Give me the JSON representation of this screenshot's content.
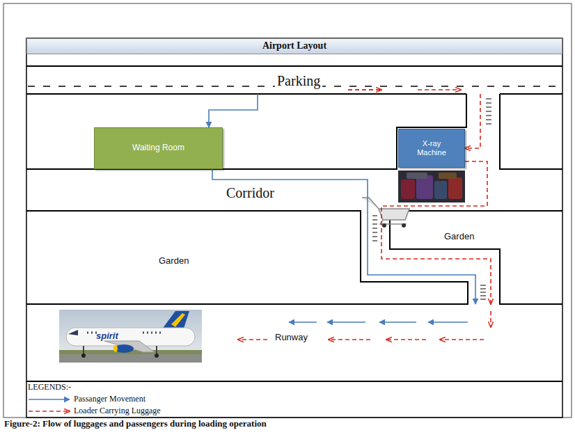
{
  "diagram": {
    "title": "Airport Layout",
    "caption": "Figure-2: Flow of luggages and passengers during loading operation",
    "nodes": [
      {
        "text": [
          "Parking"
        ]
      },
      {
        "text": [
          "Waiting Room"
        ]
      },
      {
        "text": [
          "X-ray Machine"
        ]
      },
      {
        "text": [
          "Corridor"
        ]
      },
      {
        "text": [
          "Garden"
        ]
      },
      {
        "text": [
          "Garden"
        ]
      },
      {
        "text": [
          "Runway"
        ]
      }
    ],
    "edges": [
      {
        "from": 0,
        "to": 1,
        "arrow": "to"
      },
      {
        "from": 1,
        "to": 6,
        "arrow": "to"
      },
      {
        "from": 0,
        "to": 2,
        "arrow": "to"
      },
      {
        "from": 2,
        "to": 6,
        "arrow": "to"
      }
    ],
    "labels": [
      "LEGENDS:-",
      "spirit"
    ],
    "legend": [
      {
        "text": "Passanger Movement"
      },
      {
        "text": "Loader Carrying Luggage"
      }
    ]
  }
}
